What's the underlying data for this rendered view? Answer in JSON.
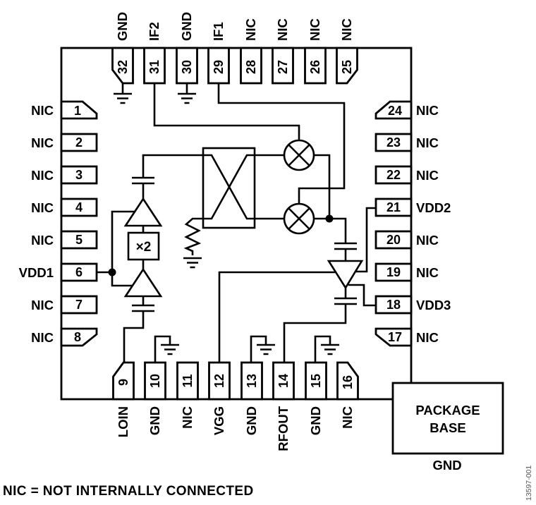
{
  "figure": {
    "note": "NIC = NOT INTERNALLY CONNECTED",
    "code": "13597-001"
  },
  "package_base": {
    "line1": "PACKAGE",
    "line2": "BASE",
    "ground": "GND"
  },
  "components": {
    "multiplier": "×2"
  },
  "pins": {
    "top": [
      {
        "num": "32",
        "label": "GND"
      },
      {
        "num": "31",
        "label": "IF2"
      },
      {
        "num": "30",
        "label": "GND"
      },
      {
        "num": "29",
        "label": "IF1"
      },
      {
        "num": "28",
        "label": "NIC"
      },
      {
        "num": "27",
        "label": "NIC"
      },
      {
        "num": "26",
        "label": "NIC"
      },
      {
        "num": "25",
        "label": "NIC"
      }
    ],
    "left": [
      {
        "num": "1",
        "label": "NIC"
      },
      {
        "num": "2",
        "label": "NIC"
      },
      {
        "num": "3",
        "label": "NIC"
      },
      {
        "num": "4",
        "label": "NIC"
      },
      {
        "num": "5",
        "label": "NIC"
      },
      {
        "num": "6",
        "label": "VDD1"
      },
      {
        "num": "7",
        "label": "NIC"
      },
      {
        "num": "8",
        "label": "NIC"
      }
    ],
    "right": [
      {
        "num": "24",
        "label": "NIC"
      },
      {
        "num": "23",
        "label": "NIC"
      },
      {
        "num": "22",
        "label": "NIC"
      },
      {
        "num": "21",
        "label": "VDD2"
      },
      {
        "num": "20",
        "label": "NIC"
      },
      {
        "num": "19",
        "label": "NIC"
      },
      {
        "num": "18",
        "label": "VDD3"
      },
      {
        "num": "17",
        "label": "NIC"
      }
    ],
    "bottom": [
      {
        "num": "9",
        "label": "LOIN"
      },
      {
        "num": "10",
        "label": "GND"
      },
      {
        "num": "11",
        "label": "NIC"
      },
      {
        "num": "12",
        "label": "VGG"
      },
      {
        "num": "13",
        "label": "GND"
      },
      {
        "num": "14",
        "label": "RFOUT"
      },
      {
        "num": "15",
        "label": "GND"
      },
      {
        "num": "16",
        "label": "NIC"
      }
    ]
  }
}
